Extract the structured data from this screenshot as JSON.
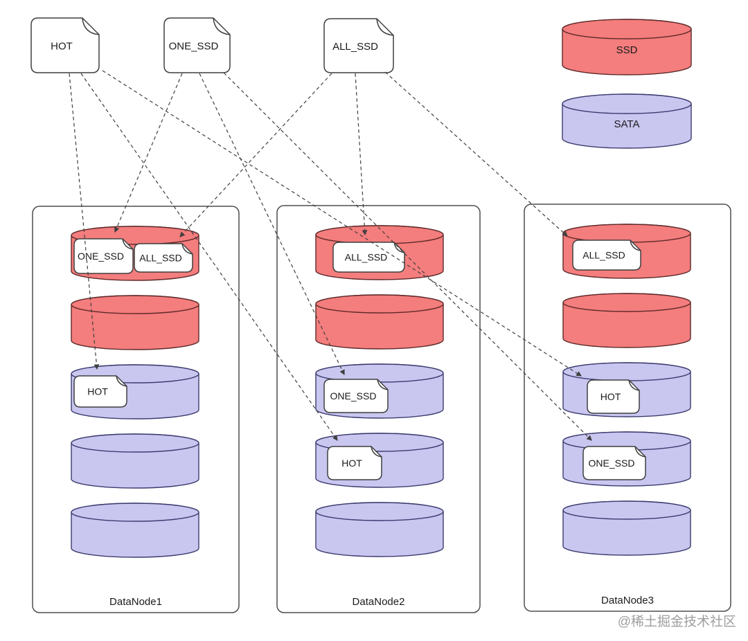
{
  "policies": [
    {
      "label": "HOT"
    },
    {
      "label": "ONE_SSD"
    },
    {
      "label": "ALL_SSD"
    }
  ],
  "legend": {
    "items": [
      {
        "label": "SSD",
        "type": "ssd"
      },
      {
        "label": "SATA",
        "type": "sata"
      }
    ]
  },
  "datanodes": [
    {
      "label": "DataNode1",
      "disks": [
        {
          "type": "ssd",
          "blocks": [
            {
              "label": "ONE_SSD"
            },
            {
              "label": "ALL_SSD"
            }
          ]
        },
        {
          "type": "ssd",
          "blocks": []
        },
        {
          "type": "sata",
          "blocks": [
            {
              "label": "HOT"
            }
          ]
        },
        {
          "type": "sata",
          "blocks": []
        },
        {
          "type": "sata",
          "blocks": []
        }
      ]
    },
    {
      "label": "DataNode2",
      "disks": [
        {
          "type": "ssd",
          "blocks": [
            {
              "label": "ALL_SSD"
            }
          ]
        },
        {
          "type": "ssd",
          "blocks": []
        },
        {
          "type": "sata",
          "blocks": [
            {
              "label": "ONE_SSD"
            }
          ]
        },
        {
          "type": "sata",
          "blocks": [
            {
              "label": "HOT"
            }
          ]
        },
        {
          "type": "sata",
          "blocks": []
        }
      ]
    },
    {
      "label": "DataNode3",
      "disks": [
        {
          "type": "ssd",
          "blocks": [
            {
              "label": "ALL_SSD"
            }
          ]
        },
        {
          "type": "ssd",
          "blocks": []
        },
        {
          "type": "sata",
          "blocks": [
            {
              "label": "HOT"
            }
          ]
        },
        {
          "type": "sata",
          "blocks": [
            {
              "label": "ONE_SSD"
            }
          ]
        },
        {
          "type": "sata",
          "blocks": []
        }
      ]
    }
  ],
  "edges": [
    {
      "policy": "HOT",
      "node": "DataNode1",
      "disk_index": 2
    },
    {
      "policy": "HOT",
      "node": "DataNode2",
      "disk_index": 3
    },
    {
      "policy": "HOT",
      "node": "DataNode3",
      "disk_index": 2
    },
    {
      "policy": "ONE_SSD",
      "node": "DataNode1",
      "disk_index": 0
    },
    {
      "policy": "ONE_SSD",
      "node": "DataNode2",
      "disk_index": 2
    },
    {
      "policy": "ONE_SSD",
      "node": "DataNode3",
      "disk_index": 3
    },
    {
      "policy": "ALL_SSD",
      "node": "DataNode1",
      "disk_index": 0
    },
    {
      "policy": "ALL_SSD",
      "node": "DataNode2",
      "disk_index": 0
    },
    {
      "policy": "ALL_SSD",
      "node": "DataNode3",
      "disk_index": 0
    }
  ],
  "watermark": {
    "text": "@稀土掘金技术社区"
  },
  "colors": {
    "ssd_fill": "#F47D7D",
    "ssd_stroke": "#5E2929",
    "sata_fill": "#C9C6F0",
    "sata_stroke": "#3B3B6E",
    "doc_fill": "#FFFFFF",
    "doc_stroke": "#3F3F3F",
    "box_fill": "#FFFFFF",
    "box_stroke": "#4D4D4D",
    "arrow": "#3F3F3F",
    "text": "#1A1A1A",
    "watermark": "#9E9E9E"
  }
}
